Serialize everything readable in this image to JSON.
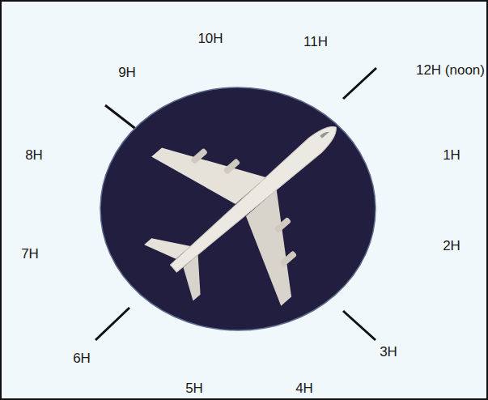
{
  "diagram": {
    "labels": [
      "10H",
      "11H",
      "9H",
      "12H (noon)",
      "8H",
      "1H",
      "7H",
      "2H",
      "6H",
      "3H",
      "5H",
      "4H"
    ]
  }
}
